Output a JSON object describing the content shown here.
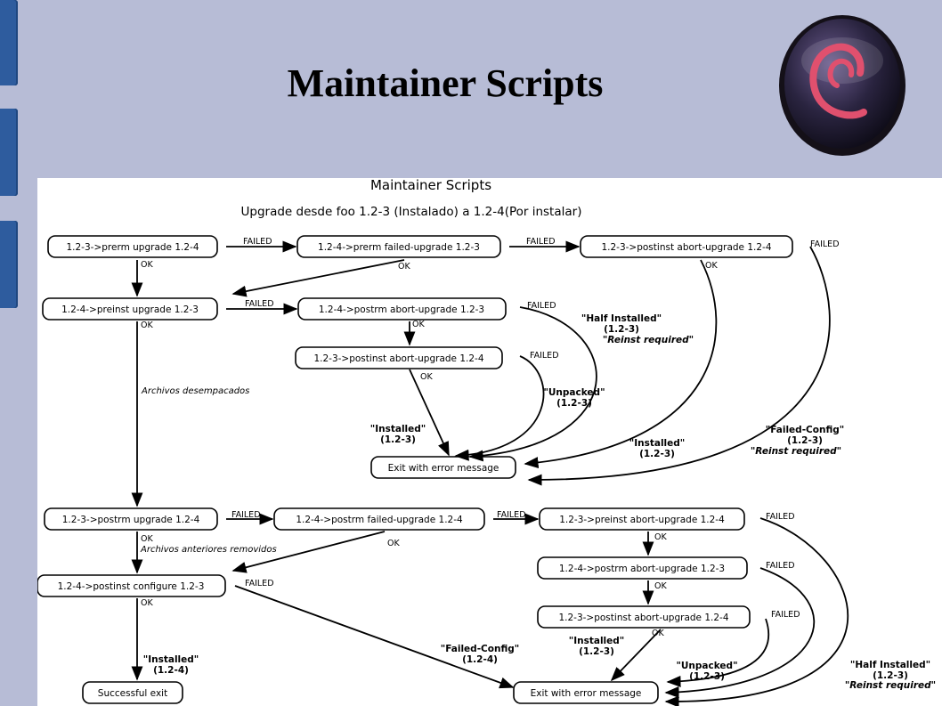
{
  "slide": {
    "title": "Maintainer Scripts"
  },
  "diagram": {
    "title": "Maintainer Scripts",
    "subtitle": "Upgrade desde foo 1.2-3 (Instalado) a 1.2-4(Por instalar)",
    "nodes": {
      "n1": "1.2-3->prerm upgrade 1.2-4",
      "n2": "1.2-4->prerm failed-upgrade 1.2-3",
      "n3": "1.2-3->postinst abort-upgrade 1.2-4",
      "n4": "1.2-4->preinst upgrade 1.2-3",
      "n5": "1.2-4->postrm abort-upgrade 1.2-3",
      "n6": "1.2-3->postinst abort-upgrade 1.2-4",
      "n7": "Exit with error message",
      "n8": "1.2-3->postrm upgrade 1.2-4",
      "n9": "1.2-4->postrm failed-upgrade 1.2-4",
      "n10": "1.2-3->preinst abort-upgrade 1.2-4",
      "n11": "1.2-4->postrm abort-upgrade 1.2-3",
      "n12": "1.2-4->postinst configure 1.2-3",
      "n13": "1.2-3->postinst abort-upgrade 1.2-4",
      "n14": "Successful exit",
      "n15": "Exit with error message"
    },
    "labels": {
      "failed": "FAILED",
      "ok": "OK",
      "archivos_desempacados": "Archivos desempacados",
      "archivos_anteriores": "Archivos anteriores removidos"
    },
    "states": {
      "half_installed": "\"Half Installed\"",
      "unpacked": "\"Unpacked\"",
      "installed": "\"Installed\"",
      "failed_config": "\"Failed-Config\"",
      "v123": "(1.2-3)",
      "v124": "(1.2-4)",
      "reinst": "\"Reinst required\""
    }
  }
}
